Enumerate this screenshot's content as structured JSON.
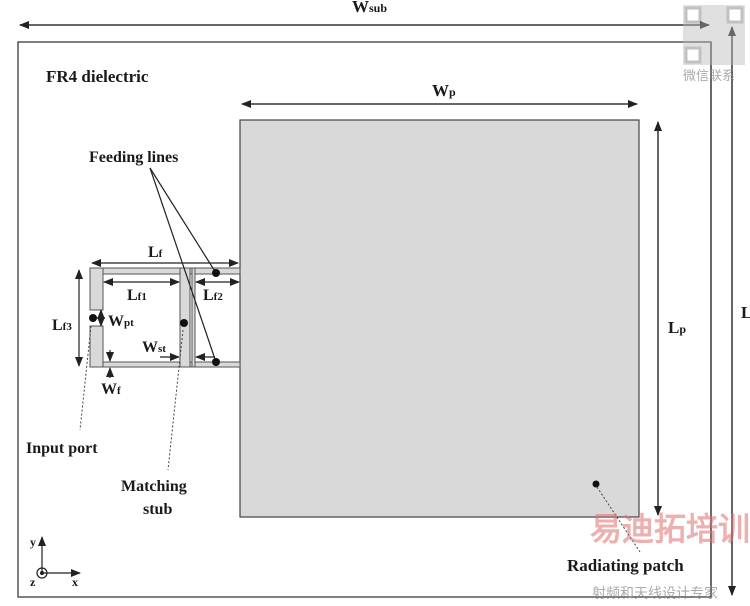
{
  "labels": {
    "wsub": "W",
    "wsub_sub": "sub",
    "dielectric": "FR4 dielectric",
    "wp": "W",
    "wp_sub": "p",
    "lp": "L",
    "lp_sub": "p",
    "ls": "L",
    "feeding_lines": "Feeding lines",
    "lf": "L",
    "lf_sub": "f",
    "lf1": "L",
    "lf1_sub": "f1",
    "lf2": "L",
    "lf2_sub": "f2",
    "lf3": "L",
    "lf3_sub": "f3",
    "wpt": "W",
    "wpt_sub": "pt",
    "wst": "W",
    "wst_sub": "st",
    "wf": "W",
    "wf_sub": "f",
    "input_port": "Input port",
    "matching_stub_1": "Matching",
    "matching_stub_2": "stub",
    "radiating_patch": "Radiating patch",
    "axis_y": "y",
    "axis_z": "z",
    "axis_x": "x"
  },
  "watermark": {
    "qr_caption": "微信联系",
    "brand": "易迪拓培训",
    "slogan": "射频和天线设计专家"
  },
  "colors": {
    "patch": "#d9d9d9",
    "line": "#333333"
  }
}
